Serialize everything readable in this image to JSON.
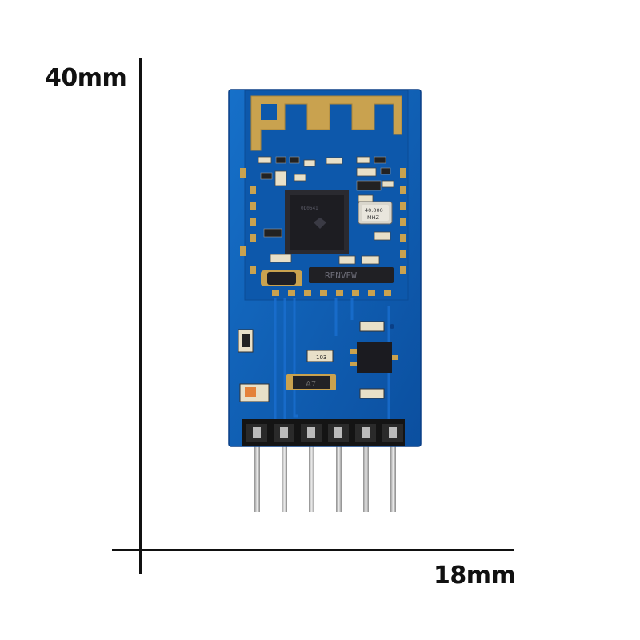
{
  "dimensions": {
    "height_label": "40mm",
    "width_label": "18mm"
  },
  "module": {
    "crystal_text": [
      "40.000",
      "MHZ"
    ],
    "resistor_text": "103",
    "diode_text": "A7",
    "chip_marking": "RENVEW"
  },
  "colors": {
    "pcb": "#0e5fb5",
    "pcb_dark": "#0a3f86",
    "gold": "#c9a24f",
    "chip": "#1d1d22",
    "pin": "#c4c4c4",
    "header": "#141414"
  }
}
